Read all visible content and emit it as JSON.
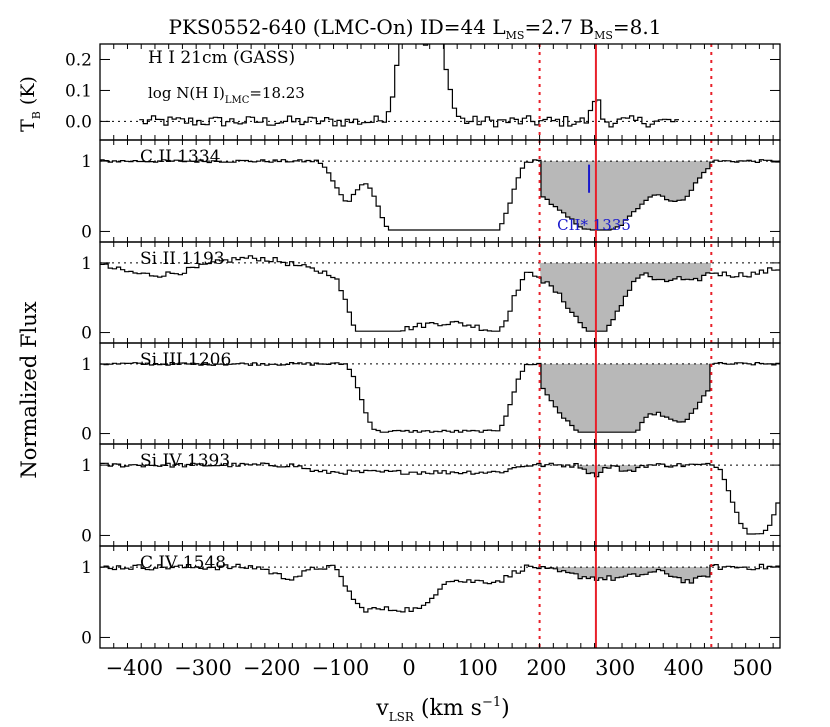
{
  "chart_data": {
    "type": "line",
    "title": {
      "object": "PKS0552-640",
      "region": "(LMC-On)",
      "id_text": "ID=44",
      "l_sym": "L",
      "l_sub": "MS",
      "l_val": "=2.7",
      "b_sym": "B",
      "b_sub": "MS",
      "b_val": "=8.1"
    },
    "xlabel": {
      "main": "v",
      "sub": "LSR",
      "rest": " (km s",
      "exp": "−1",
      "close": ")"
    },
    "ylabel": "Normalized Flux",
    "top_ylabel": {
      "main": "T",
      "sub": "B",
      "rest": " (K)"
    },
    "xlim": [
      -450,
      540
    ],
    "x_ticks": [
      -400,
      -300,
      -200,
      -100,
      0,
      100,
      200,
      300,
      400,
      500
    ],
    "x_tick_labels": [
      "−400",
      "−300",
      "−200",
      "−100",
      "0",
      "100",
      "200",
      "300",
      "400",
      "500"
    ],
    "vlines": {
      "solid": 272,
      "dotted": [
        190,
        440
      ],
      "color": "#e8202a"
    },
    "top_panel": {
      "label": "H I 21cm (GASS)",
      "logN": {
        "prefix": "log N(H I)",
        "sub": "LMC",
        "value": "=18.23"
      },
      "ylim": [
        -0.06,
        0.25
      ],
      "y_ticks": [
        0.0,
        0.1,
        0.2
      ],
      "y_tick_labels": [
        "0.0",
        "0.1",
        "0.2"
      ],
      "x_range": [
        -450,
        390
      ],
      "noise": 0.018,
      "components": [
        {
          "center": 0,
          "amplitude": 0.4,
          "sigma": 14
        },
        {
          "center": 40,
          "amplitude": 0.33,
          "sigma": 13
        },
        {
          "center": 272,
          "amplitude": 0.08,
          "sigma": 5
        }
      ]
    },
    "panels": [
      {
        "label": "C II 1334",
        "ylim": [
          -0.15,
          1.3
        ],
        "y_ticks": [
          0,
          1
        ],
        "y_tick_labels": [
          "0",
          "1"
        ],
        "absorption": [
          [
            -110,
            -70,
            0.6
          ],
          [
            -50,
            150,
            1.0
          ],
          [
            195,
            445,
            0.0
          ]
        ],
        "shade_range": [
          190,
          440
        ],
        "shade_components": [
          [
            205,
            30,
            0.4
          ],
          [
            265,
            35,
            0.82
          ],
          [
            315,
            30,
            0.5
          ],
          [
            392,
            24,
            0.55
          ],
          [
            340,
            22,
            0.1
          ]
        ],
        "noise": 0.02,
        "marker": {
          "text": "CII* 1335",
          "v": 262,
          "color": "#1a1acc"
        }
      },
      {
        "label": "Si II 1193",
        "ylim": [
          -0.15,
          1.3
        ],
        "y_ticks": [
          0,
          1
        ],
        "y_tick_labels": [
          "0",
          "1"
        ],
        "absorption": [
          [
            -90,
            150,
            0.93
          ]
        ],
        "shade_range": [
          190,
          440
        ],
        "shade_components": [
          [
            255,
            32,
            0.55
          ],
          [
            290,
            28,
            0.65
          ],
          [
            368,
            18,
            0.3
          ],
          [
            410,
            14,
            0.2
          ]
        ],
        "noise": 0.04
      },
      {
        "label": "Si III 1206",
        "ylim": [
          -0.15,
          1.3
        ],
        "y_ticks": [
          0,
          1
        ],
        "y_tick_labels": [
          "0",
          "1"
        ],
        "absorption": [
          [
            -70,
            150,
            0.97
          ]
        ],
        "shade_range": [
          190,
          440
        ],
        "shade_components": [
          [
            230,
            32,
            0.6
          ],
          [
            290,
            36,
            0.9
          ],
          [
            318,
            26,
            0.45
          ],
          [
            395,
            32,
            0.82
          ]
        ],
        "noise": 0.02
      },
      {
        "label": "Si IV 1393",
        "ylim": [
          -0.15,
          1.3
        ],
        "y_ticks": [
          0,
          1
        ],
        "y_tick_labels": [
          "0",
          "1"
        ],
        "absorption": [
          [
            -150,
            150,
            0.1
          ],
          [
            470,
            540,
            0.95
          ]
        ],
        "shade_range": [
          190,
          440
        ],
        "shade_components": [
          [
            270,
            10,
            0.14
          ],
          [
            318,
            10,
            0.1
          ]
        ],
        "noise": 0.03
      },
      {
        "label": "C IV 1548",
        "ylim": [
          -0.15,
          1.3
        ],
        "y_ticks": [
          0,
          1
        ],
        "y_tick_labels": [
          "0",
          "1"
        ],
        "absorption": [
          [
            -200,
            -150,
            0.15
          ],
          [
            -90,
            40,
            0.6
          ],
          [
            50,
            150,
            0.2
          ]
        ],
        "shade_range": [
          190,
          440
        ],
        "shade_components": [
          [
            260,
            40,
            0.12
          ],
          [
            320,
            35,
            0.1
          ],
          [
            410,
            22,
            0.2
          ]
        ],
        "noise": 0.04
      }
    ]
  }
}
